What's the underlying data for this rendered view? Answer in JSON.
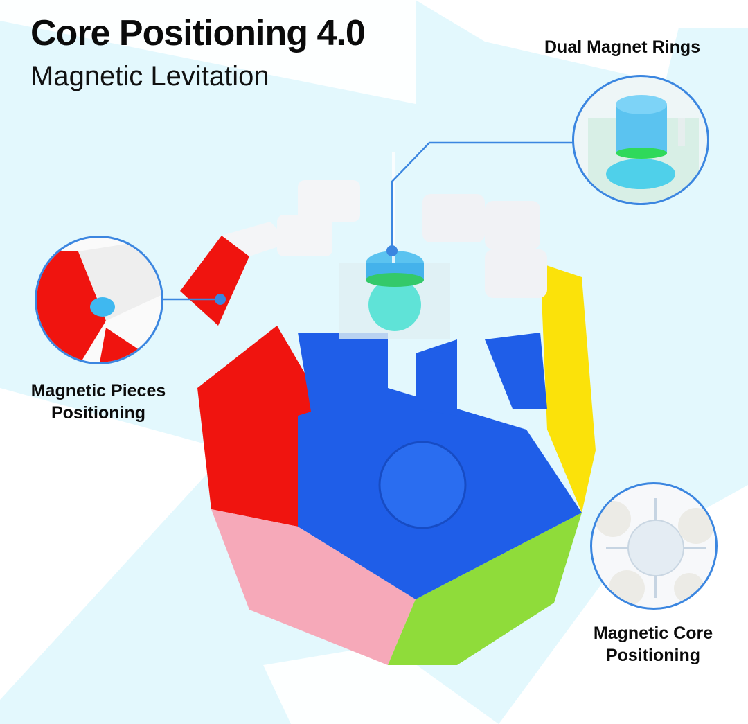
{
  "header": {
    "title": "Core Positioning 4.0",
    "subtitle": "Magnetic Levitation"
  },
  "callouts": [
    {
      "id": "dual-magnet-rings",
      "label": "Dual Magnet Rings"
    },
    {
      "id": "magnetic-pieces-positioning",
      "label_line1": "Magnetic Pieces",
      "label_line2": "Positioning"
    },
    {
      "id": "magnetic-core-positioning",
      "label_line1": "Magnetic Core",
      "label_line2": "Positioning"
    }
  ],
  "colors": {
    "background_light_blue": "#e3f8fd",
    "background_white": "#ffffff",
    "callout_line": "#3b86e0",
    "face_red": "#f0140f",
    "face_blue": "#1f5ee8",
    "face_yellow": "#fbe20a",
    "face_pink": "#f6a9b9",
    "face_green": "#8fdc3a",
    "face_white": "#f4f5f7",
    "magnet_cyan": "#3fb8f0"
  }
}
